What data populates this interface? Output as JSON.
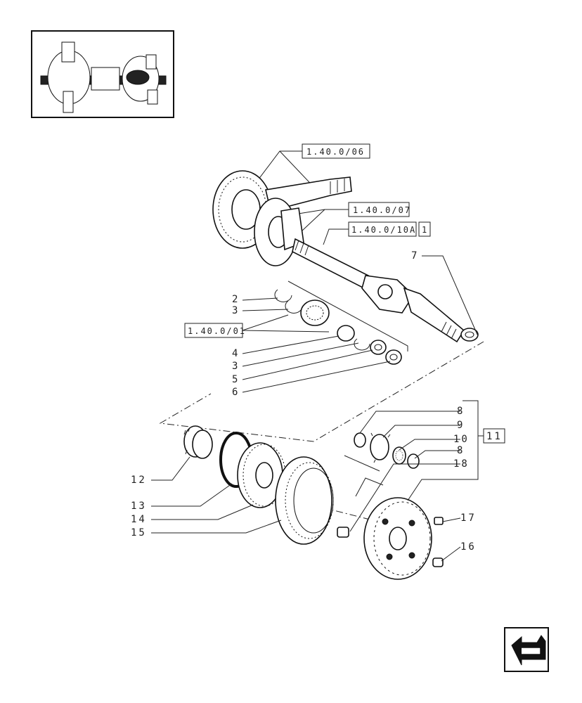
{
  "thumbnail": {
    "icon": "axle-assembly-thumbnail"
  },
  "references": [
    {
      "id": "ref-1",
      "text": "1.40.0/06"
    },
    {
      "id": "ref-2",
      "text": "1.40.0/07"
    },
    {
      "id": "ref-3",
      "text": "1.40.0/10A",
      "badge": "1"
    },
    {
      "id": "ref-4",
      "text": "1.40.0/01"
    }
  ],
  "callouts": {
    "c2": "2",
    "c3a": "3",
    "c4": "4",
    "c3b": "3",
    "c5": "5",
    "c6": "6",
    "c7": "7",
    "c8a": "8",
    "c9": "9",
    "c10": "10",
    "c8b": "8",
    "c18": "18",
    "c11": "11",
    "c12": "12",
    "c13": "13",
    "c14": "14",
    "c15": "15",
    "c17": "17",
    "c16": "16"
  },
  "nav": {
    "icon": "next-page-arrow-icon"
  }
}
